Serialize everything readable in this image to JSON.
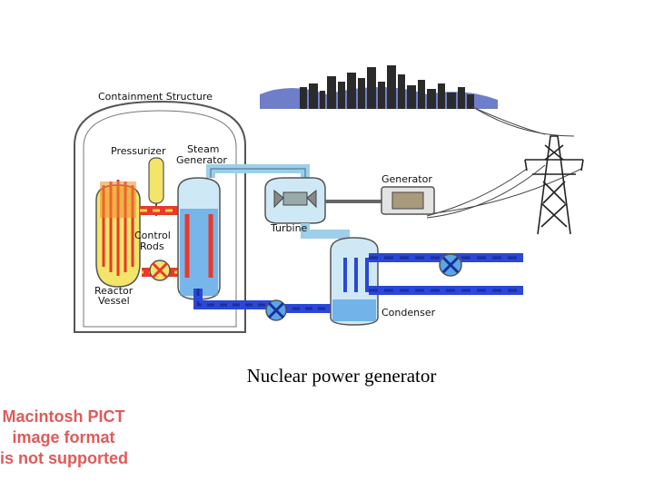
{
  "diagram": {
    "labels": {
      "containment_structure": "Containment Structure",
      "pressurizer": "Pressurizer",
      "steam_generator_line1": "Steam",
      "steam_generator_line2": "Generator",
      "control_rods_line1": "Control",
      "control_rods_line2": "Rods",
      "reactor_vessel_line1": "Reactor",
      "reactor_vessel_line2": "Vessel",
      "turbine": "Turbine",
      "generator": "Generator",
      "condenser": "Condenser"
    },
    "colors": {
      "hot_loop": "#e8392b",
      "hot_loop_dash": "#f4d640",
      "cold_loop": "#2a47d8",
      "cold_loop_dash": "#1a2f9a",
      "steam_pipe": "#9ecfe8",
      "water": "#5aa6e6",
      "reactor_yellow": "#f3e46a",
      "reactor_orange": "#f08a2e",
      "city": "#2b2b2b",
      "hills": "#6f7ec9"
    }
  },
  "caption": "Nuclear power generator",
  "pict_warning": {
    "line1": "Macintosh PICT",
    "line2": "image format",
    "line3": "is not supported"
  }
}
